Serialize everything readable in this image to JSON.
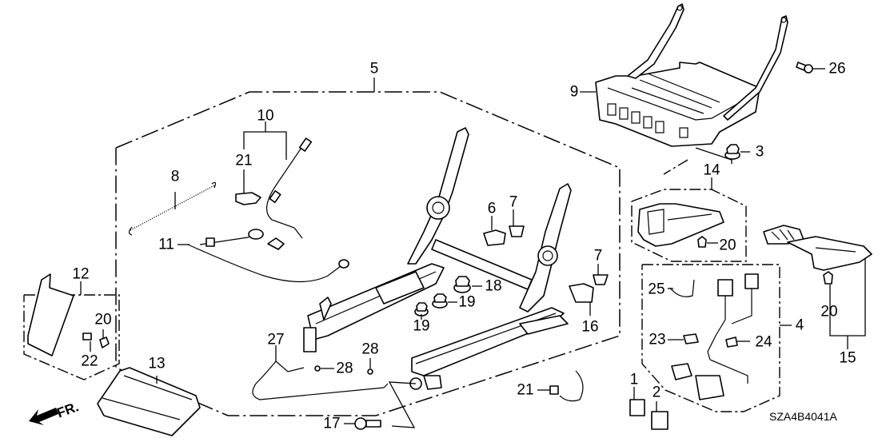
{
  "diagram": {
    "title": "Seat frame and components parts diagram",
    "part_code": "SZA4B4041A",
    "direction_label": "FR.",
    "direction_icon": "front-arrow-icon"
  },
  "callouts": {
    "c1": "1",
    "c2": "2",
    "c3": "3",
    "c4": "4",
    "c5": "5",
    "c6": "6",
    "c7a": "7",
    "c7b": "7",
    "c8": "8",
    "c9": "9",
    "c10": "10",
    "c11": "11",
    "c12": "12",
    "c13": "13",
    "c14": "14",
    "c15": "15",
    "c16": "16",
    "c17": "17",
    "c18": "18",
    "c19a": "19",
    "c19b": "19",
    "c20a": "20",
    "c20b": "20",
    "c20c": "20",
    "c21a": "21",
    "c21b": "21",
    "c22": "22",
    "c23": "23",
    "c24": "24",
    "c25": "25",
    "c26": "26",
    "c27": "27",
    "c28a": "28",
    "c28b": "28"
  }
}
